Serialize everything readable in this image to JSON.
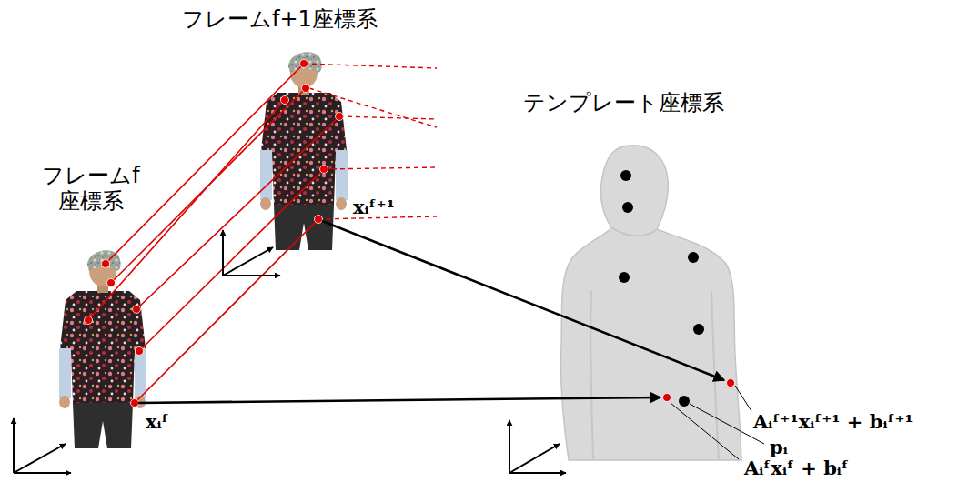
{
  "diagram": {
    "labels": [
      "フレームf+1座標系",
      "テンプレート座標系",
      "フレームf 座標系",
      "xᵢᶠ⁺¹",
      "xᵢᶠ",
      "Aᵢᶠ⁺¹xᵢᶠ⁺¹ + bᵢᶠ⁺¹",
      "pᵢ",
      "Aᵢᶠxᵢᶠ + bᵢᶠ"
    ]
  }
}
